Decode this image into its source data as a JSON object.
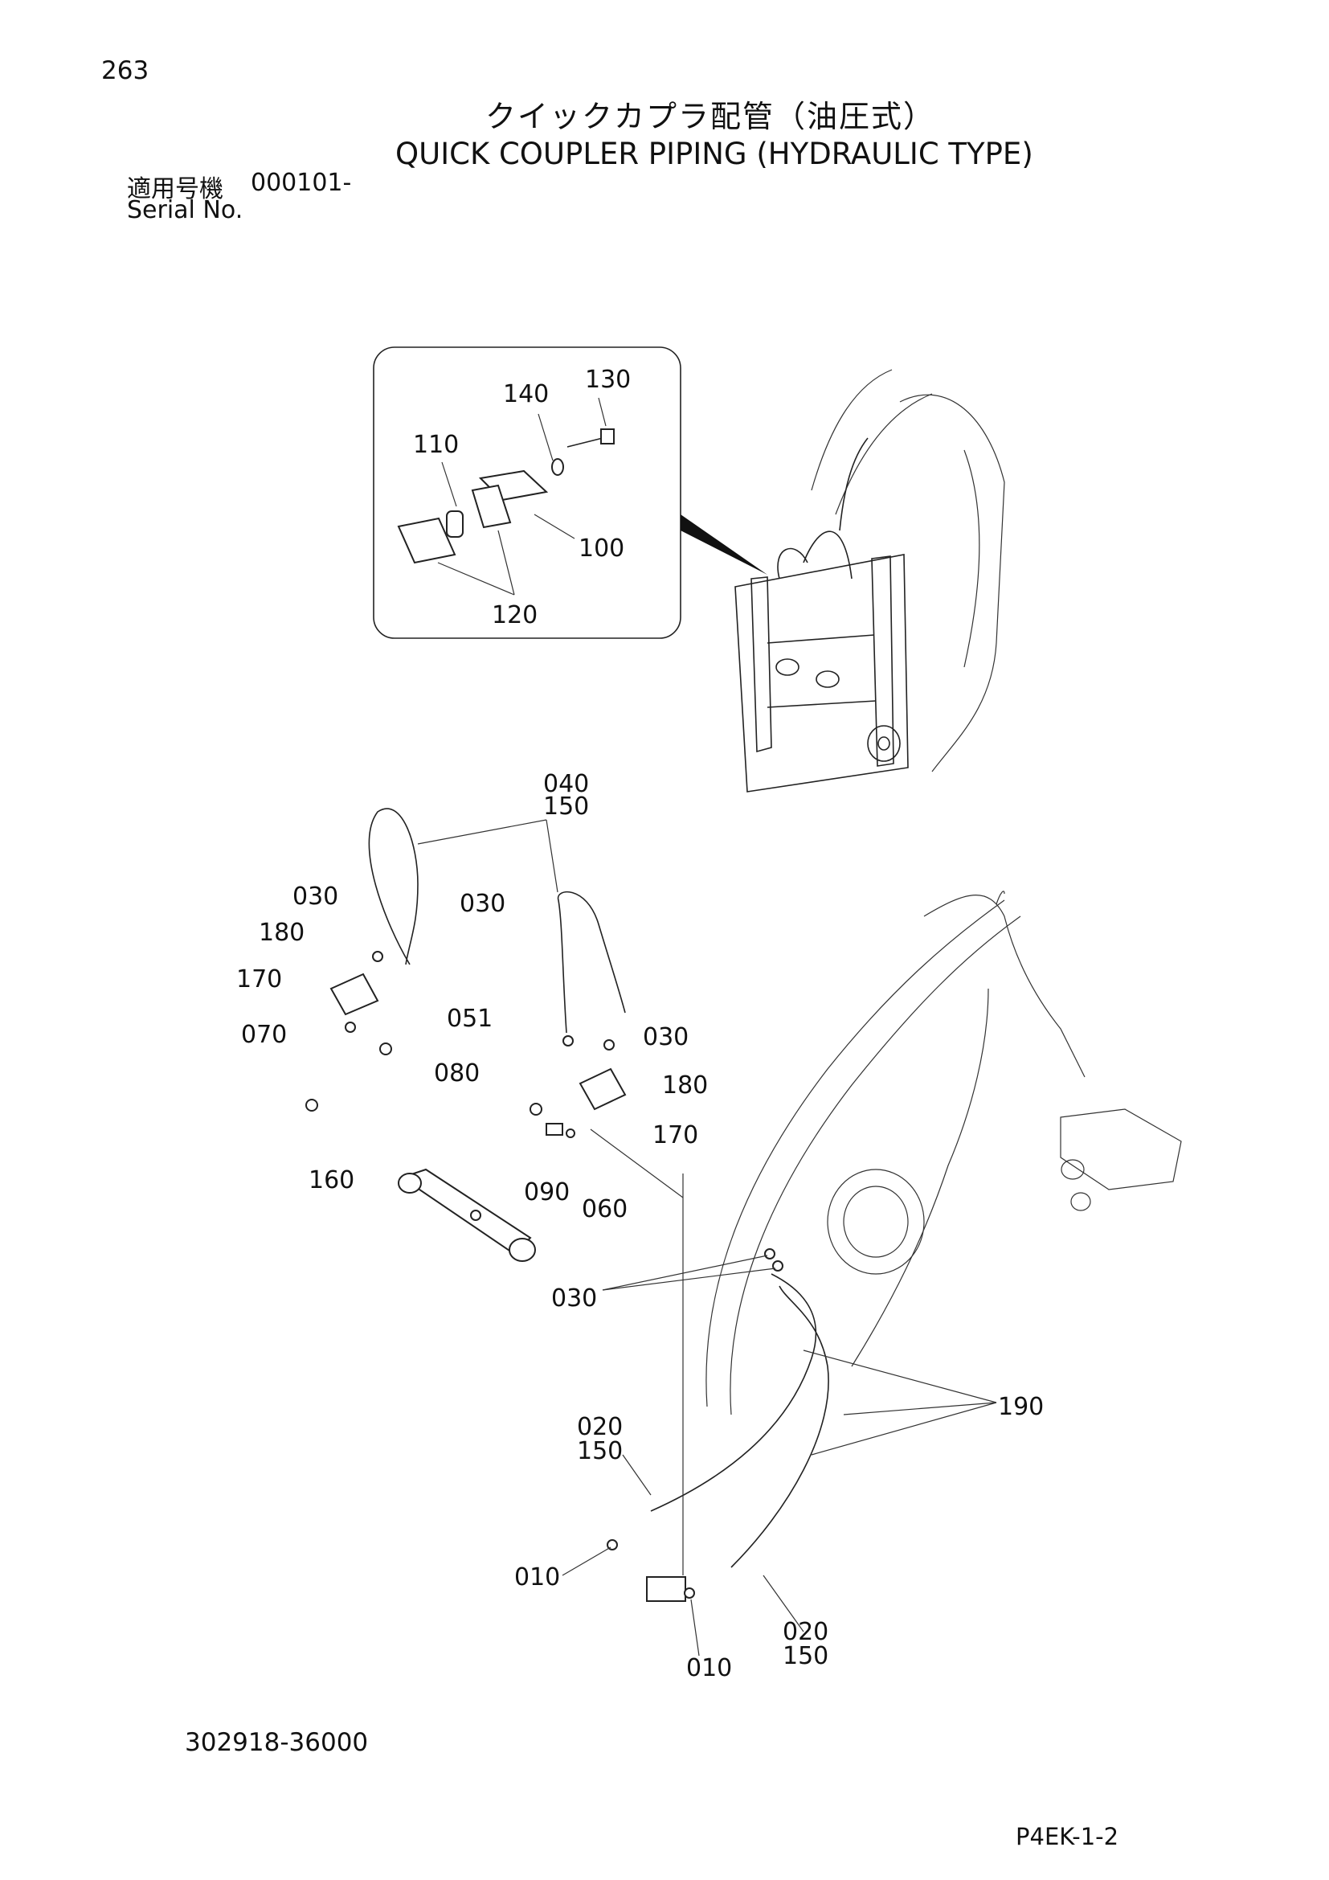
{
  "header": {
    "page_number": "263",
    "title_jp": "クイックカプラ配管（油圧式）",
    "title_en": "QUICK COUPLER PIPING (HYDRAULIC TYPE)",
    "serial_label_jp": "適用号機",
    "serial_value": "000101-",
    "serial_label_en": "Serial No."
  },
  "footer": {
    "doc_code": "302918-36000",
    "page_code": "P4EK-1-2"
  },
  "callouts": {
    "c130": "130",
    "c140": "140",
    "c110": "110",
    "c100": "100",
    "c120": "120",
    "c040": "040",
    "c150a": "150",
    "c030a": "030",
    "c030b": "030",
    "c030c": "030",
    "c030d": "030",
    "c180a": "180",
    "c170a": "170",
    "c051": "051",
    "c070": "070",
    "c080": "080",
    "c180b": "180",
    "c170b": "170",
    "c160": "160",
    "c090": "090",
    "c060": "060",
    "c190": "190",
    "c020a": "020",
    "c150b": "150",
    "c010a": "010",
    "c010b": "010",
    "c020b": "020",
    "c150c": "150"
  }
}
